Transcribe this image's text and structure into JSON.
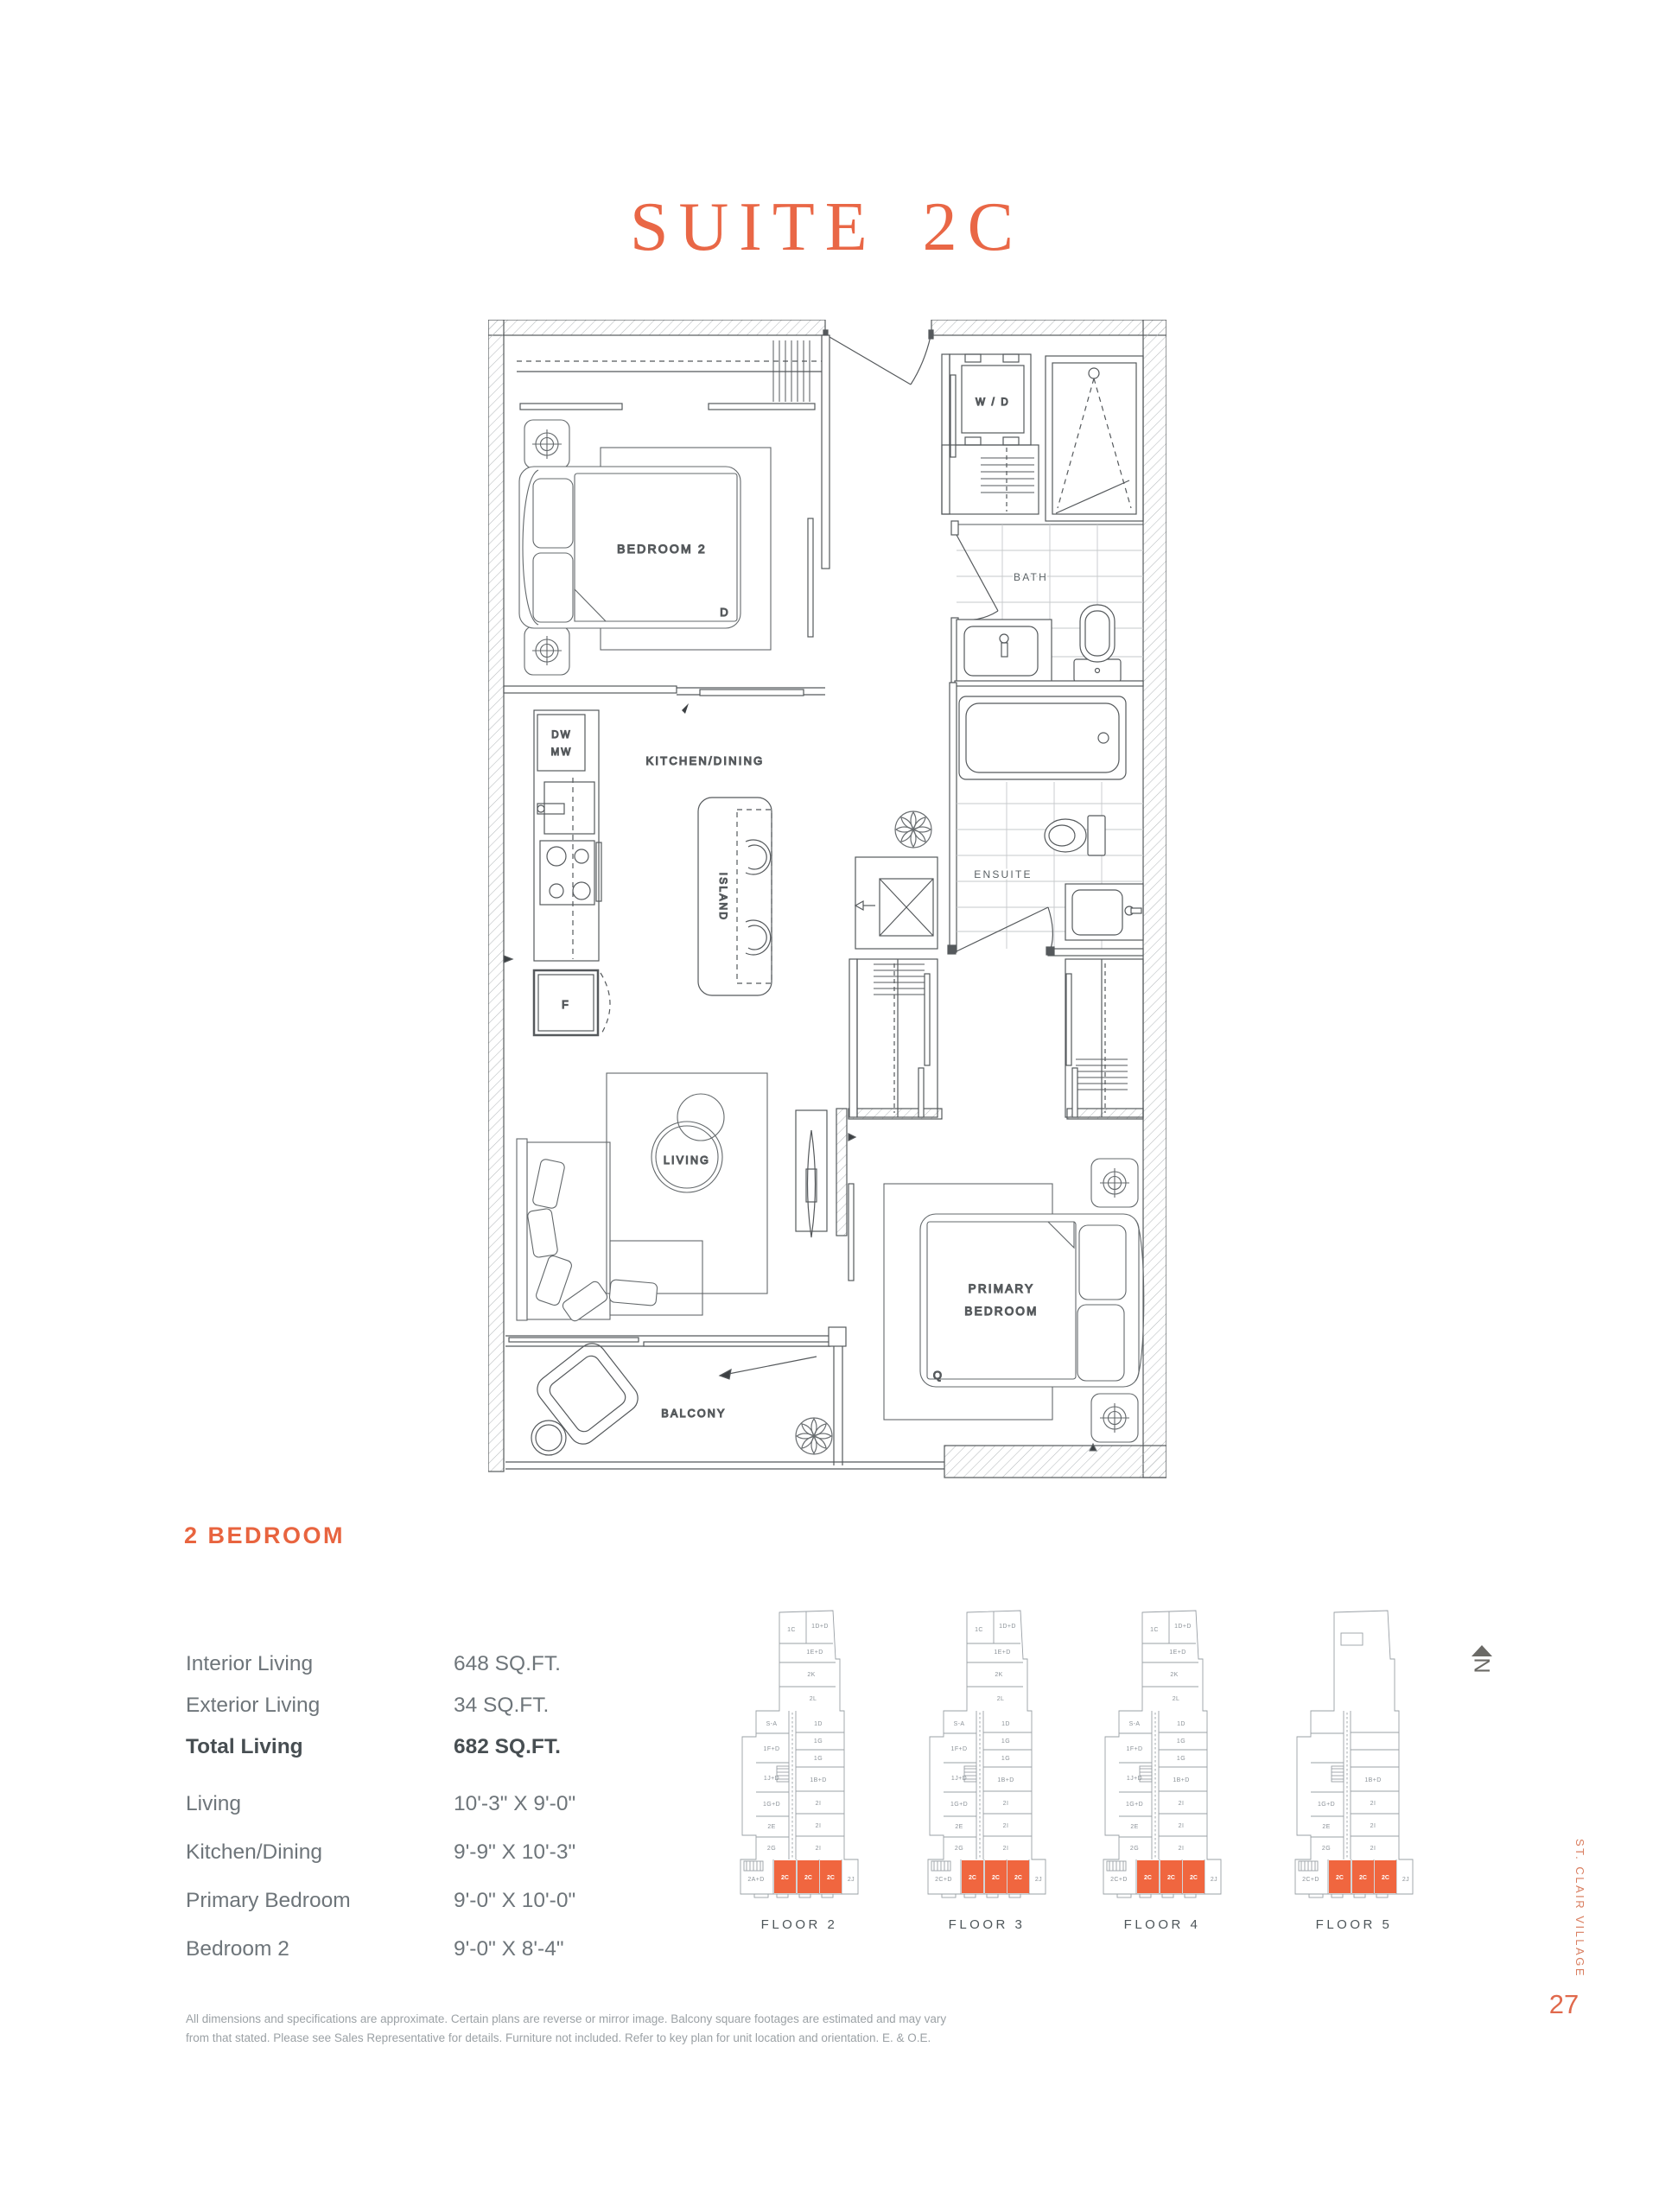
{
  "page": {
    "title": "SUITE 2C",
    "page_number": "27",
    "side_text": "ST. CLAIR VILLAGE",
    "north_label": "N"
  },
  "colors": {
    "title_orange": "#E96746",
    "accent_orange": "#E8643F",
    "keyplan_highlight": "#F0663F",
    "side_text_orange": "#D97E60",
    "page_num_orange": "#E0694C",
    "plan_line": "#55595c",
    "label_gray": "#5a6165",
    "stats_gray": "#6e757a"
  },
  "unit": {
    "type_label": "2 BEDROOM",
    "stats": [
      {
        "label": "Interior Living",
        "value": "648 SQ.FT.",
        "bold": false
      },
      {
        "label": "Exterior Living",
        "value": "34 SQ.FT.",
        "bold": false
      },
      {
        "label": "Total Living",
        "value": "682 SQ.FT.",
        "bold": true
      }
    ],
    "dims": [
      {
        "label": "Living",
        "value": "10'-3\" X 9'-0\""
      },
      {
        "label": "Kitchen/Dining",
        "value": "9'-9\" X 10'-3\""
      },
      {
        "label": "Primary Bedroom",
        "value": "9'-0\" X 10'-0\""
      },
      {
        "label": "Bedroom 2",
        "value": "9'-0\" X 8'-4\""
      }
    ]
  },
  "plan": {
    "labels": {
      "bedroom2": "BEDROOM 2",
      "kitchen": "KITCHEN/DINING",
      "island": "ISLAND",
      "wd": "W / D",
      "dw": "DW",
      "mw": "MW",
      "fridge": "F",
      "bath": "BATH",
      "ensuite": "ENSUITE",
      "living": "LIVING",
      "primary_line1": "PRIMARY",
      "primary_line2": "BEDROOM",
      "balcony": "BALCONY",
      "bed_double": "D",
      "bed_queen": "Q"
    }
  },
  "keyplans": {
    "floors": [
      {
        "label": "FLOOR 2",
        "corner": "2A+D",
        "top": true
      },
      {
        "label": "FLOOR 3",
        "corner": "2C+D",
        "top": true
      },
      {
        "label": "FLOOR 4",
        "corner": "2C+D",
        "top": true
      },
      {
        "label": "FLOOR 5",
        "corner": "2C+D",
        "top": false
      }
    ],
    "top_units": [
      "1C",
      "1D+D",
      "1E+D",
      "2K",
      "2L"
    ],
    "mid_left": [
      "S-A",
      "1F+D",
      "1J+D",
      "1G+D",
      "2E",
      "2G"
    ],
    "mid_right": [
      "1D",
      "1G",
      "1G",
      "1B+D",
      "2I",
      "2I",
      "2I"
    ],
    "highlight_units": [
      "2C",
      "2C",
      "2C"
    ],
    "right_unit": "2J"
  },
  "disclaimer": {
    "line1": "All dimensions and specifications are approximate. Certain plans are reverse or mirror image. Balcony square footages are estimated and may vary",
    "line2": "from that stated. Please see Sales Representative for details. Furniture not included. Refer to key plan for unit location and orientation. E. & O.E."
  }
}
